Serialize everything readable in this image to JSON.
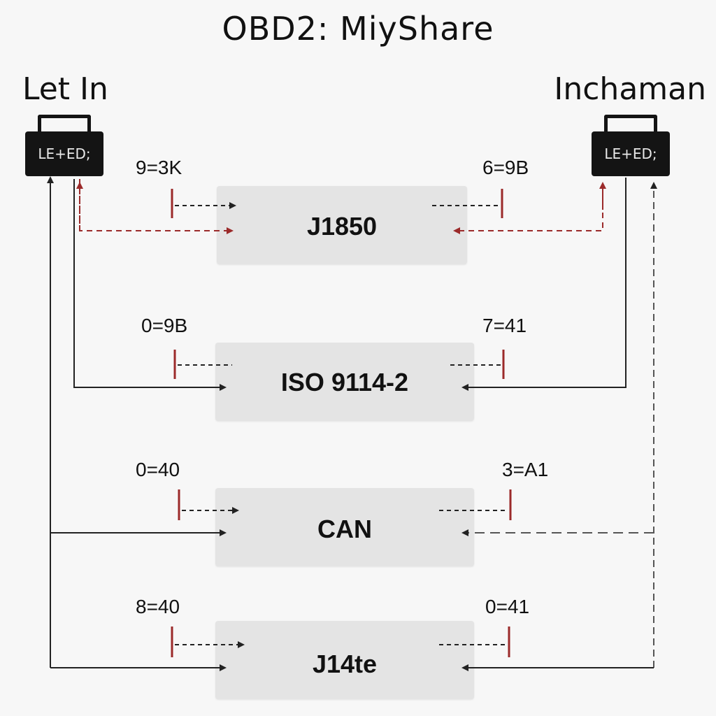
{
  "title": "OBD2: MiyShare",
  "left": {
    "label": "Let In",
    "device_text": "LE+ED;"
  },
  "right": {
    "label": "Inchaman",
    "device_text": "LE+ED;"
  },
  "protocols": [
    {
      "name": "J1850",
      "left_code": "9=3K",
      "right_code": "6=9B"
    },
    {
      "name": "ISO 9114-2",
      "left_code": "0=9B",
      "right_code": "7=41"
    },
    {
      "name": "CAN",
      "left_code": "0=40",
      "right_code": "3=A1"
    },
    {
      "name": "J14te",
      "left_code": "8=40",
      "right_code": "0=41"
    }
  ],
  "colors": {
    "line": "#222222",
    "red": "#9b2a2a",
    "box": "#e4e4e4"
  }
}
